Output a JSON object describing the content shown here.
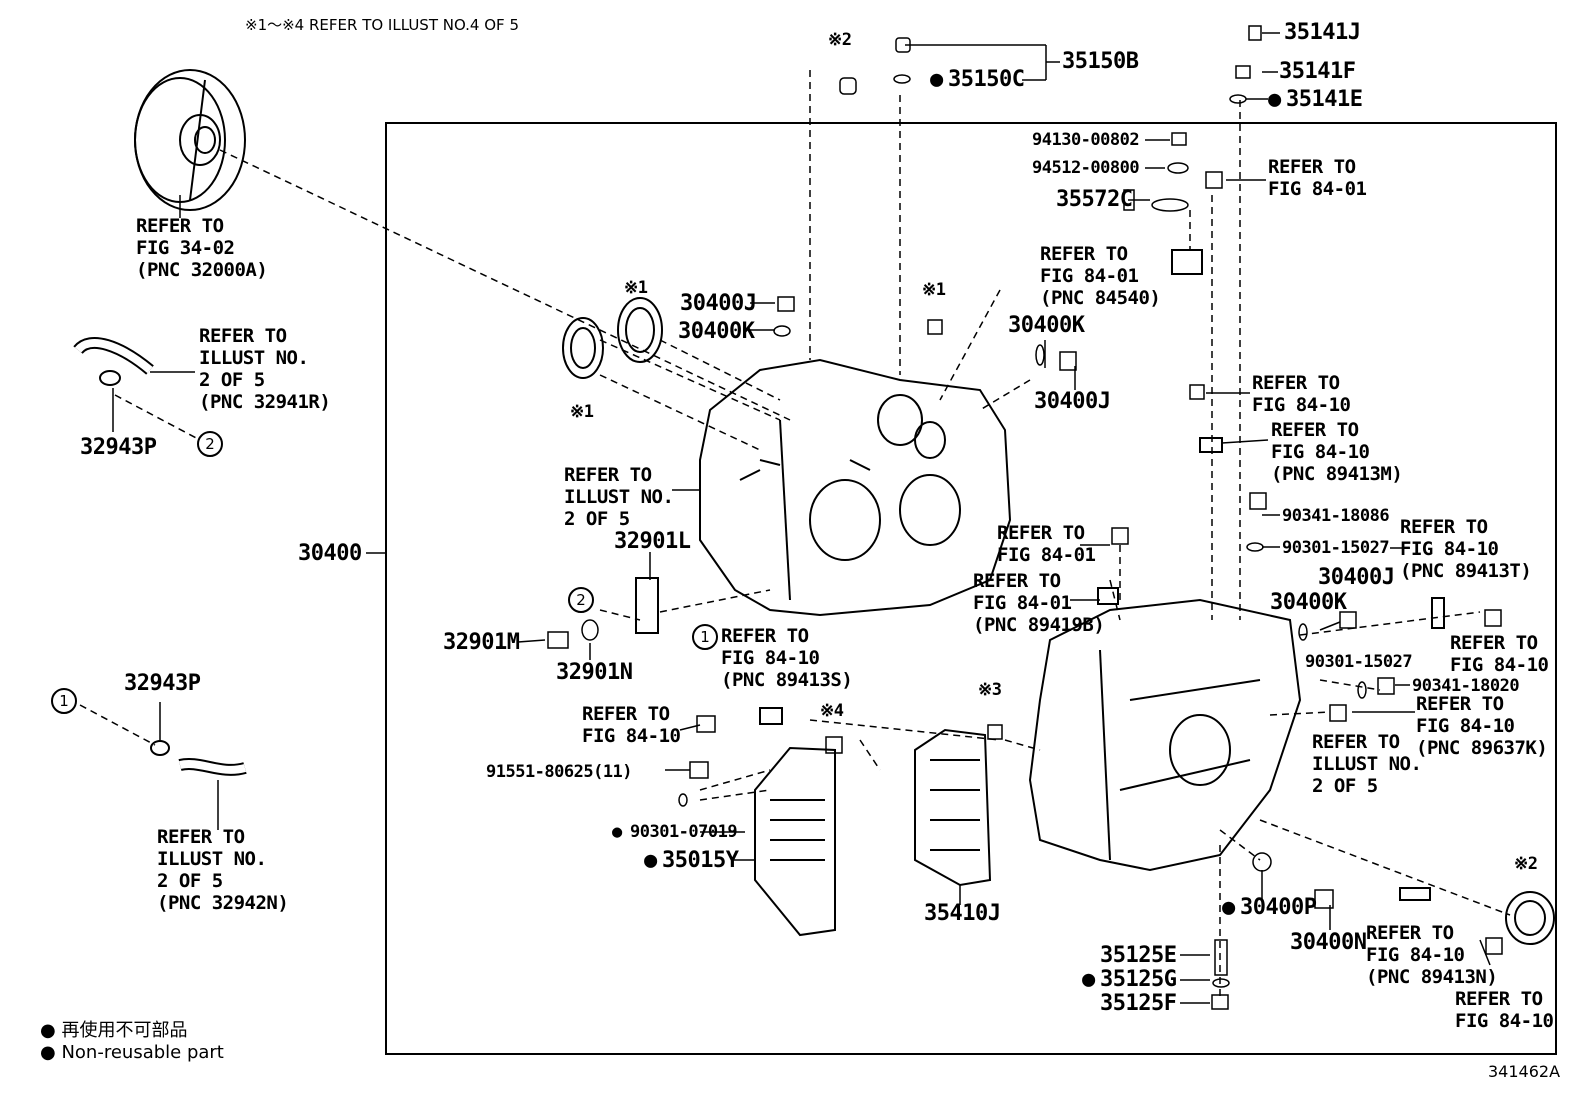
{
  "header_note": "※1～※4 REFER TO ILLUST NO.4 OF 5",
  "illustration_id": "341462A",
  "legend": {
    "symbol": "●",
    "jp": "再使用不可部品",
    "en": "Non-reusable part"
  },
  "parts": {
    "p30400": "30400",
    "p35150B": "35150B",
    "p35150C": "35150C",
    "p35141J": "35141J",
    "p35141F": "35141F",
    "p35141E": "35141E",
    "p94130": "94130-00802",
    "p94512": "94512-00800",
    "p35572C": "35572C",
    "p30400J_a": "30400J",
    "p30400K_a": "30400K",
    "p30400K_b": "30400K",
    "p30400J_b": "30400J",
    "p32943P_a": "32943P",
    "p32943P_b": "32943P",
    "p32901L": "32901L",
    "p32901M": "32901M",
    "p32901N": "32901N",
    "p90341_18086": "90341-18086",
    "p90301_15027_a": "90301-15027",
    "p30400J_c": "30400J",
    "p30400K_c": "30400K",
    "p90301_15027_b": "90301-15027",
    "p90341_18020": "90341-18020",
    "p91551": "91551-80625(11)",
    "p90301_07019": "90301-07019",
    "p35015Y": "35015Y",
    "p35410J": "35410J",
    "p30400P": "30400P",
    "p30400N": "30400N",
    "p35125E": "35125E",
    "p35125G": "35125G",
    "p35125F": "35125F"
  },
  "refs": {
    "r_torque": "REFER TO\nFIG 34-02\n(PNC 32000A)",
    "r_hose_top": "REFER TO\nILLUST NO.\n2 OF 5\n(PNC 32941R)",
    "r_hose_bot": "REFER TO\nILLUST NO.\n2 OF 5\n(PNC 32942N)",
    "r_case": "REFER TO\nILLUST NO.\n2 OF 5",
    "r_8401_top": "REFER TO\nFIG 84-01",
    "r_84540": "REFER TO\nFIG 84-01\n(PNC 84540)",
    "r_8410_a": "REFER TO\nFIG 84-10",
    "r_89413M": "REFER TO\nFIG 84-10\n(PNC 89413M)",
    "r_8401_mid": "REFER TO\nFIG 84-01",
    "r_89419B": "REFER TO\nFIG 84-01\n(PNC 89419B)",
    "r_89413T": "REFER TO\nFIG 84-10\n(PNC 89413T)",
    "r_8410_right": "REFER TO\nFIG 84-10",
    "r_89637K": "REFER TO\nFIG 84-10\n(PNC 89637K)",
    "r_case_right": "REFER TO\nILLUST NO.\n2 OF 5",
    "r_89413S": "REFER TO\nFIG 84-10\n(PNC 89413S)",
    "r_8410_left": "REFER TO\nFIG 84-10",
    "r_89413N": "REFER TO\nFIG 84-10\n(PNC 89413N)",
    "r_8410_bot": "REFER TO\nFIG 84-10"
  },
  "marks": {
    "m1a": "※1",
    "m1b": "※1",
    "m1c": "※1",
    "m2a": "※2",
    "m2b": "※2",
    "m3": "※3",
    "m4": "※4"
  },
  "circles": {
    "c1": "1",
    "c2": "2"
  }
}
